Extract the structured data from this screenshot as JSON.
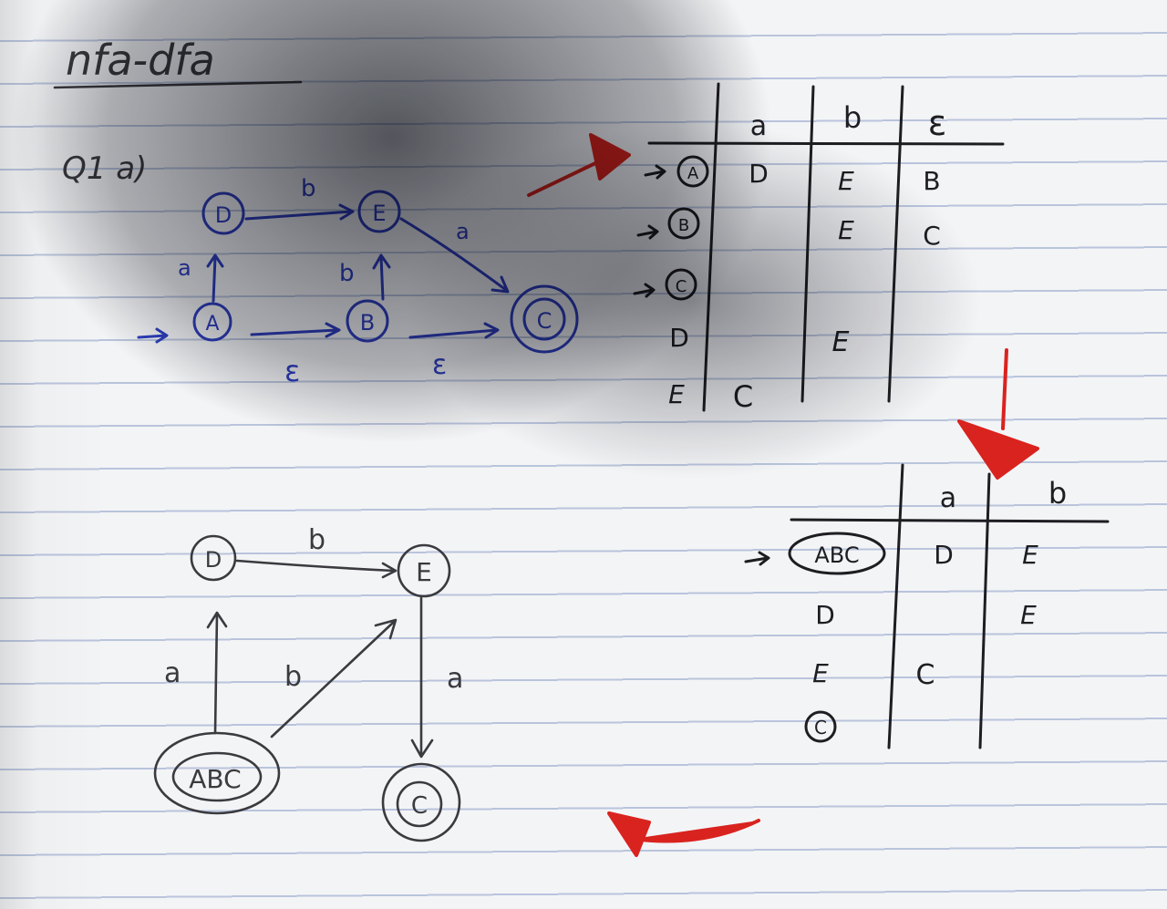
{
  "title": "nfa-dfa",
  "question": "Q1 a)",
  "nfa": {
    "states": [
      "D",
      "E",
      "A",
      "B",
      "C"
    ],
    "start_state": "A",
    "accept_state": "C",
    "edges": [
      {
        "from": "D",
        "to": "E",
        "label": "b"
      },
      {
        "from": "E",
        "to": "C",
        "label": "a"
      },
      {
        "from": "A",
        "to": "D",
        "label": "a"
      },
      {
        "from": "B",
        "to": "E",
        "label": "b"
      },
      {
        "from": "A",
        "to": "B",
        "label": "ε"
      },
      {
        "from": "B",
        "to": "C",
        "label": "ε"
      }
    ]
  },
  "nfa_table": {
    "headers": [
      "a",
      "b",
      "ε"
    ],
    "rows": [
      {
        "state": "A",
        "start": true,
        "cells": [
          "D",
          "E",
          "B"
        ]
      },
      {
        "state": "B",
        "start": true,
        "cells": [
          "",
          "E",
          "C"
        ]
      },
      {
        "state": "C",
        "start": true,
        "cells": [
          "",
          "",
          ""
        ]
      },
      {
        "state": "D",
        "start": false,
        "cells": [
          "",
          "E",
          ""
        ]
      },
      {
        "state": "E",
        "start": false,
        "cells": [
          "C",
          "",
          ""
        ]
      }
    ]
  },
  "dfa_table": {
    "headers": [
      "a",
      "b"
    ],
    "rows": [
      {
        "state": "ABC",
        "start": true,
        "cells": [
          "D",
          "E"
        ]
      },
      {
        "state": "D",
        "start": false,
        "cells": [
          "",
          "E"
        ]
      },
      {
        "state": "E",
        "start": false,
        "cells": [
          "C",
          ""
        ]
      },
      {
        "state": "C",
        "start": false,
        "cells": [
          "",
          ""
        ]
      }
    ]
  },
  "dfa": {
    "states": [
      "D",
      "E",
      "ABC",
      "C"
    ],
    "start_state": "ABC",
    "accept_states": [
      "ABC",
      "C"
    ],
    "edges": [
      {
        "from": "D",
        "to": "E",
        "label": "b"
      },
      {
        "from": "ABC",
        "to": "D",
        "label": "a"
      },
      {
        "from": "ABC",
        "to": "E",
        "label": "b"
      },
      {
        "from": "E",
        "to": "C",
        "label": "a"
      }
    ]
  },
  "colors": {
    "nfa_ink": "#2f3fbf",
    "table_ink": "#1d1d22",
    "dfa_ink": "#3a3a3f",
    "arrow_red": "#d9231f",
    "paper": "#f3f4f6",
    "rule_lines": "#b9c4dc"
  }
}
